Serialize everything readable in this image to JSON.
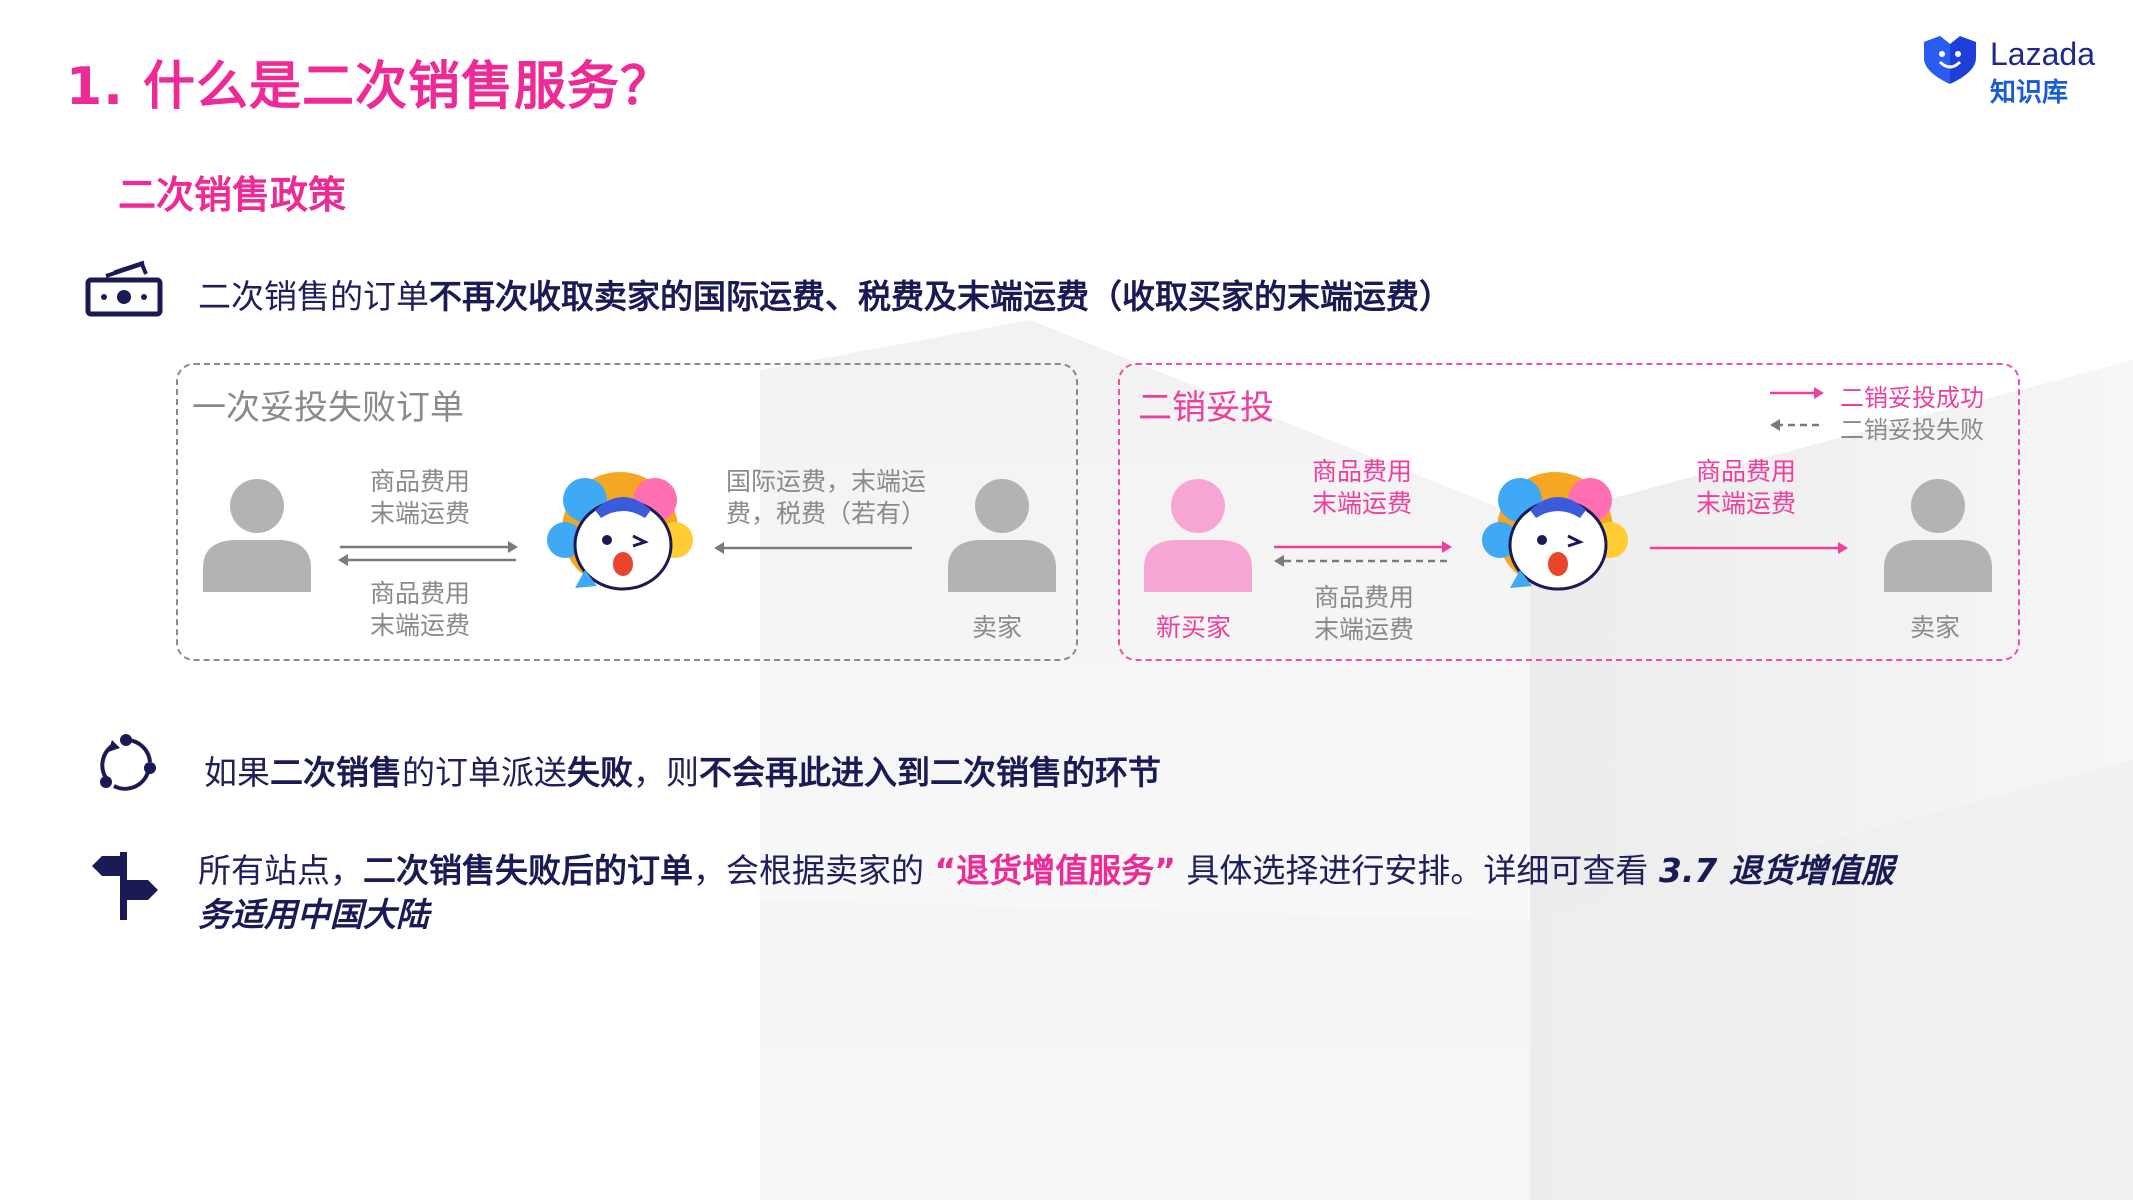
{
  "header": {
    "title": "1. 什么是二次销售服务？",
    "section": "二次销售政策",
    "logo_name": "Lazada",
    "logo_sub": "知识库"
  },
  "policy1": {
    "plain": "二次销售的订单",
    "bold": "不再次收取卖家的国际运费、税费及末端运费（收取买家的末端运费）"
  },
  "left_box": {
    "title": "一次妥投失败订单",
    "top_fees_1": "商品费用",
    "top_fees_2": "末端运费",
    "bottom_fees_1": "商品费用",
    "bottom_fees_2": "末端运费",
    "seller_fees_1": "国际运费，末端运",
    "seller_fees_2": "费，税费（若有）",
    "seller": "卖家"
  },
  "right_box": {
    "title": "二销妥投",
    "legend_success": "二销妥投成功",
    "legend_fail": "二销妥投失败",
    "buyer_top_1": "商品费用",
    "buyer_top_2": "末端运费",
    "buyer_bottom_1": "商品费用",
    "buyer_bottom_2": "末端运费",
    "seller_top_1": "商品费用",
    "seller_top_2": "末端运费",
    "new_buyer": "新买家",
    "seller": "卖家"
  },
  "policy2": {
    "p1": "如果",
    "b1": "二次销售",
    "p2": "的订单派送",
    "b2": "失败",
    "p3": "，则",
    "b3": "不会再此进入到二次销售的环节"
  },
  "policy3": {
    "p1": "所有站点，",
    "b1": "二次销售失败后的订单",
    "p2": "，会根据卖家的 ",
    "pink": "“退货增值服务”",
    "p3": " 具体选择进行安排。详细可查看 ",
    "ital1": "3.7 退货增值服",
    "ital2": "务适用中国大陆"
  },
  "colors": {
    "pink": "#ee2a96",
    "navy": "#1f1f5c",
    "gray": "#8a8a8a",
    "person_gray": "#b3b3b3",
    "person_pink": "#f7a6d4"
  }
}
